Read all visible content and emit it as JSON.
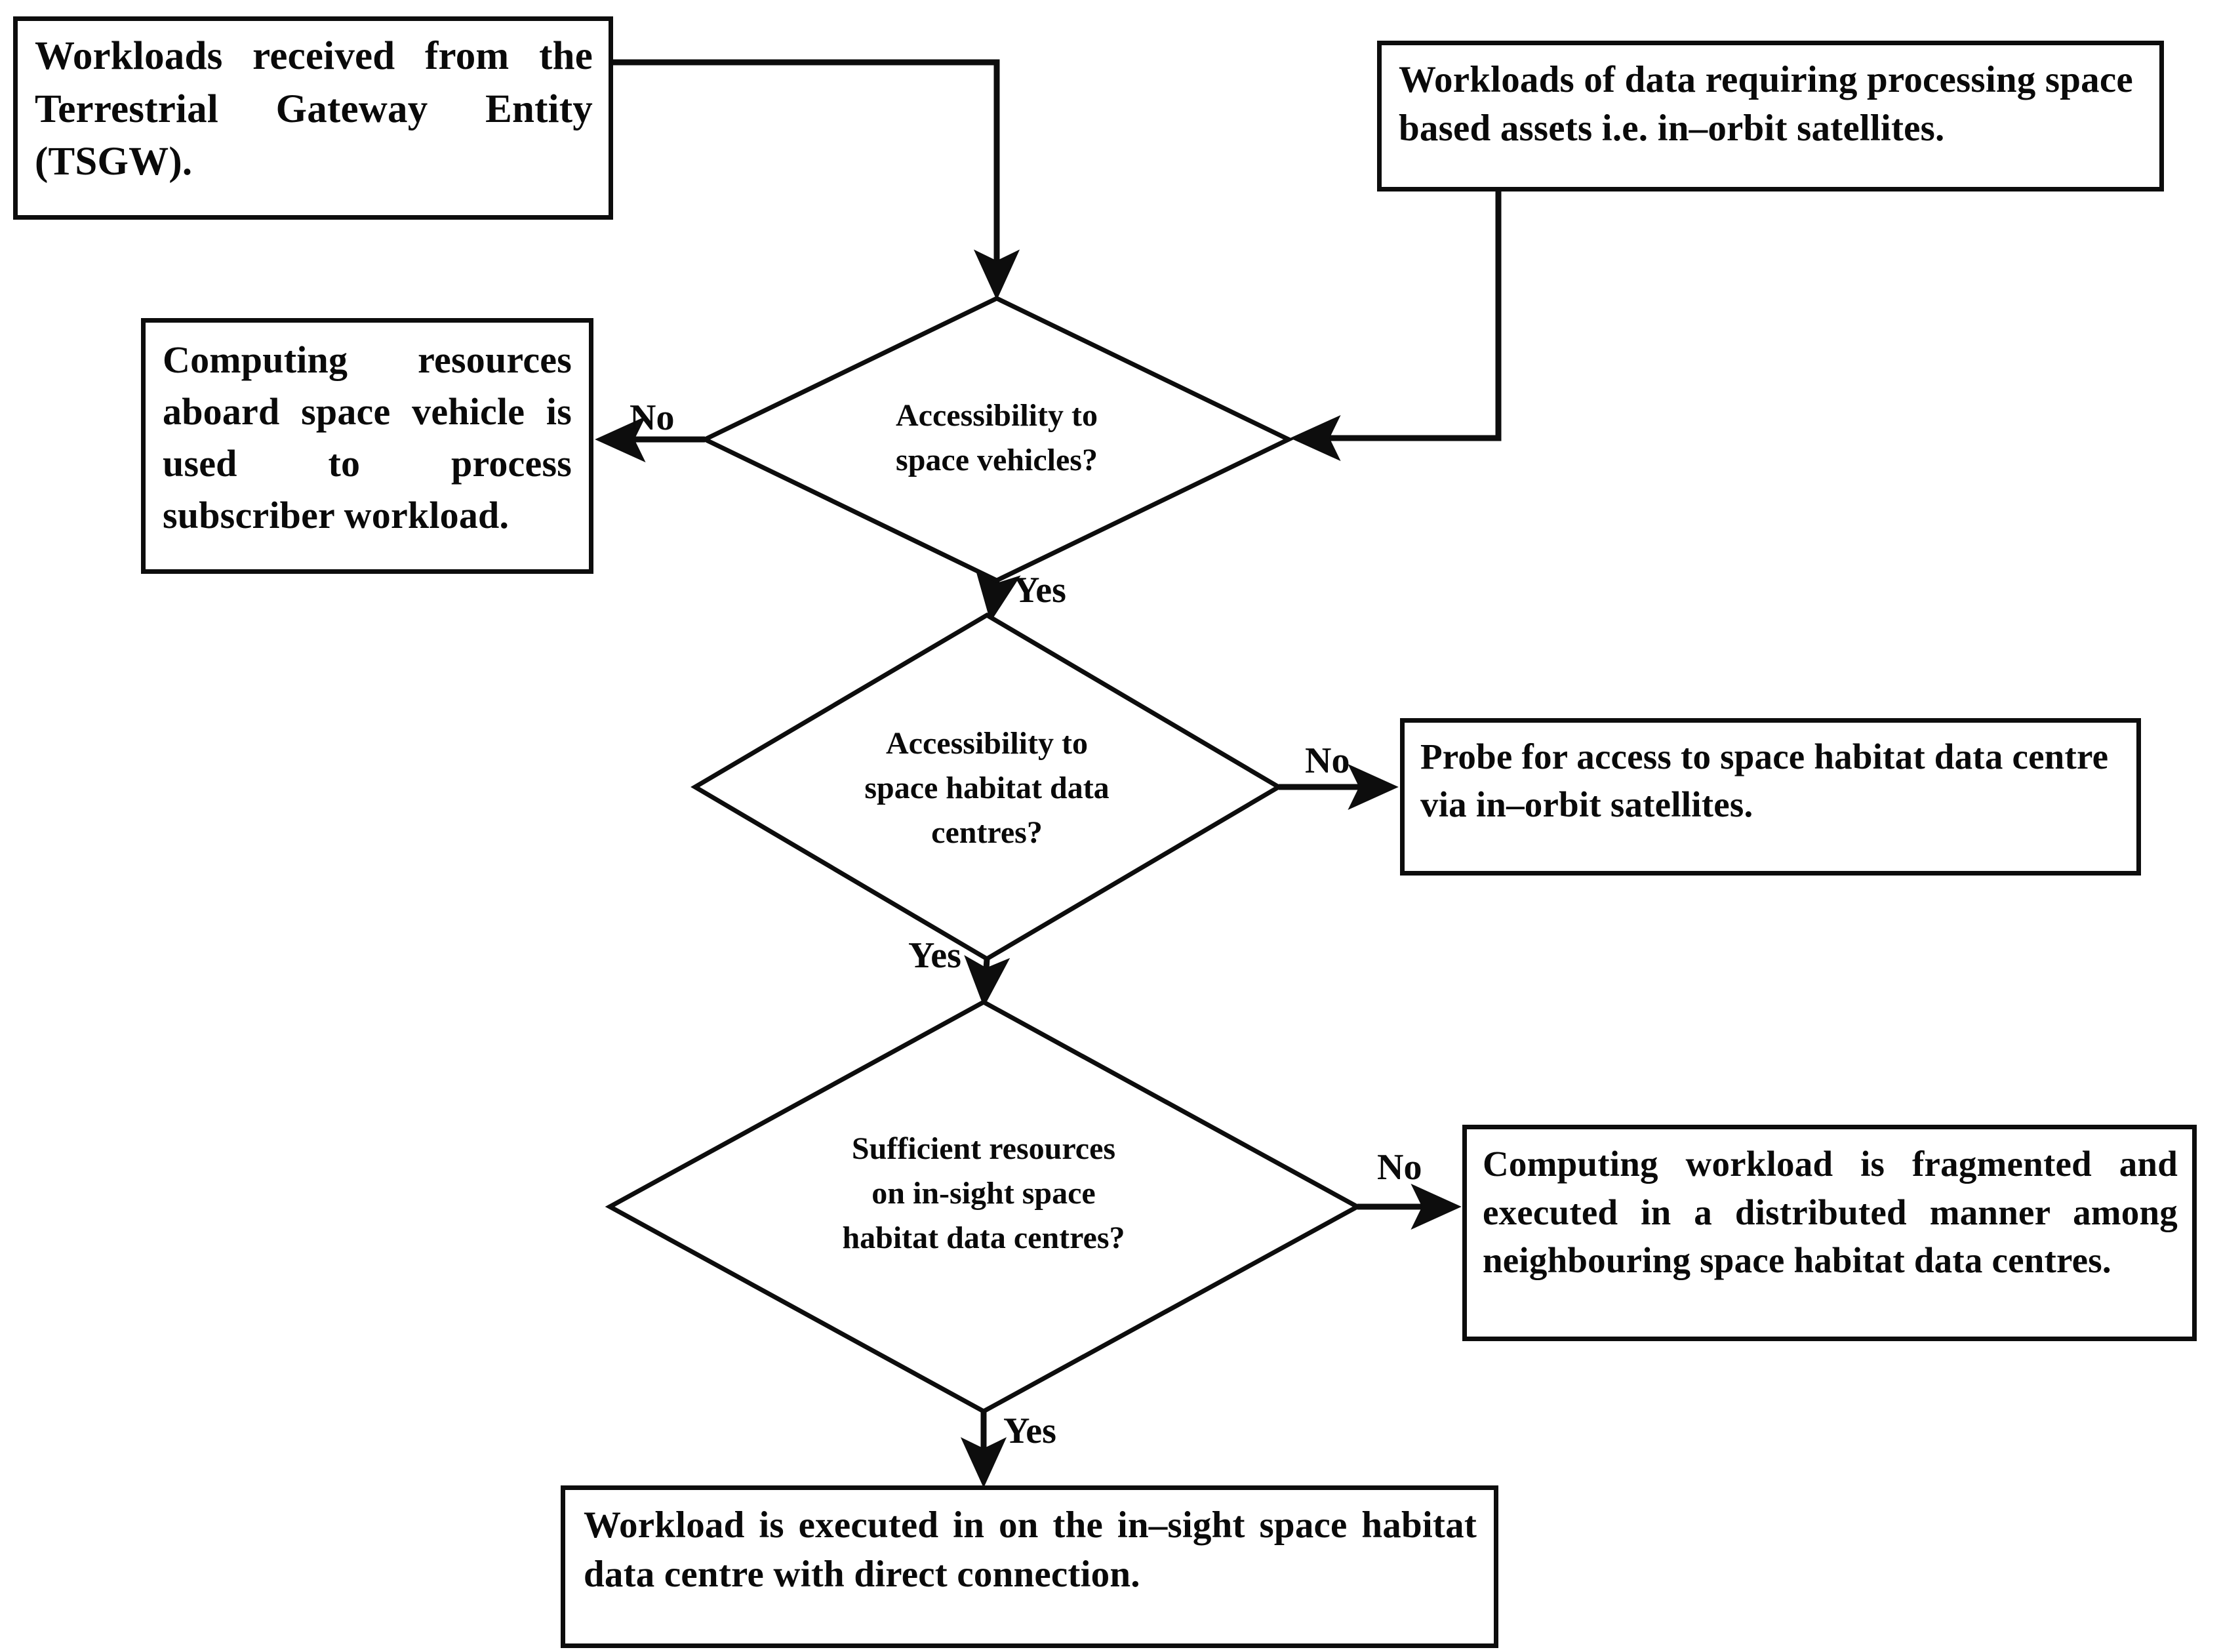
{
  "diagram": {
    "type": "flowchart",
    "title": "Workload placement decision flow for space habitat data centres",
    "colors": {
      "stroke": "#0d0d0d",
      "background": "#ffffff",
      "text": "#0a0a0a"
    },
    "nodes": {
      "tsgw": {
        "shape": "process",
        "text": "Workloads received from the Terrestrial Gateway Entity (TSGW)."
      },
      "space_assets": {
        "shape": "process",
        "text": "Workloads of data requiring processing space based assets i.e. in–orbit satellites."
      },
      "onboard": {
        "shape": "process",
        "text": "Computing resources aboard space vehicle is used to process subscriber workload."
      },
      "decision_space_vehicles": {
        "shape": "decision",
        "line1": "Accessibility to",
        "line2": "space vehicles?"
      },
      "decision_habitat_access": {
        "shape": "decision",
        "line1": "Accessibility to",
        "line2": "space habitat data",
        "line3": "centres?"
      },
      "decision_sufficient_resources": {
        "shape": "decision",
        "line1": "Sufficient resources",
        "line2": "on in-sight space",
        "line3": "habitat data centres?"
      },
      "probe": {
        "shape": "process",
        "text": "Probe for access to space habitat data centre via in–orbit satellites."
      },
      "fragment": {
        "shape": "process",
        "text": "Computing workload is fragmented and executed in a distributed manner among neighbouring space habitat data centres."
      },
      "final": {
        "shape": "process",
        "text": "Workload is executed in on the in–sight space habitat data centre with direct connection."
      }
    },
    "edge_labels": {
      "no_1": "No",
      "yes_1": "Yes",
      "no_2": "No",
      "yes_2": "Yes",
      "no_3": "No",
      "yes_3": "Yes"
    }
  }
}
